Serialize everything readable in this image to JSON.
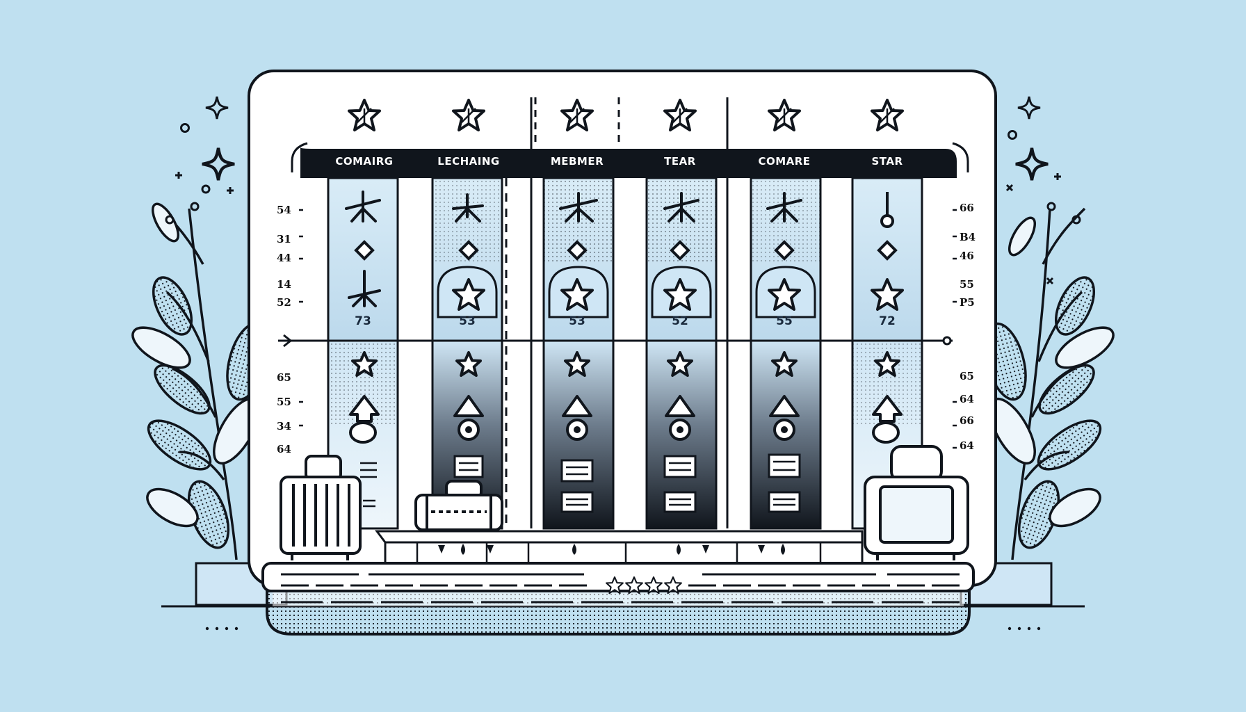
{
  "columns": [
    {
      "header": "COMAIRG",
      "value": "73"
    },
    {
      "header": "LECHAING",
      "value": "53"
    },
    {
      "header": "MEBMER",
      "value": "53"
    },
    {
      "header": "TEAR",
      "value": "52"
    },
    {
      "header": "COMARE",
      "value": "55"
    },
    {
      "header": "STAR",
      "value": "72"
    }
  ],
  "left_axis": [
    "54",
    "31",
    "44",
    "14",
    "52",
    "65",
    "55",
    "34",
    "64"
  ],
  "right_axis": [
    "66",
    "B4",
    "46",
    "55",
    "P5",
    "65",
    "64",
    "66",
    "64"
  ],
  "colors": {
    "background": "#bfe0f0",
    "panel": "#ffffff",
    "ink": "#10151c",
    "tint": "#cfe6f5"
  },
  "icons": [
    "star-icon",
    "suitcase-icon",
    "leaf-branch-icon",
    "sparkle-icon"
  ]
}
